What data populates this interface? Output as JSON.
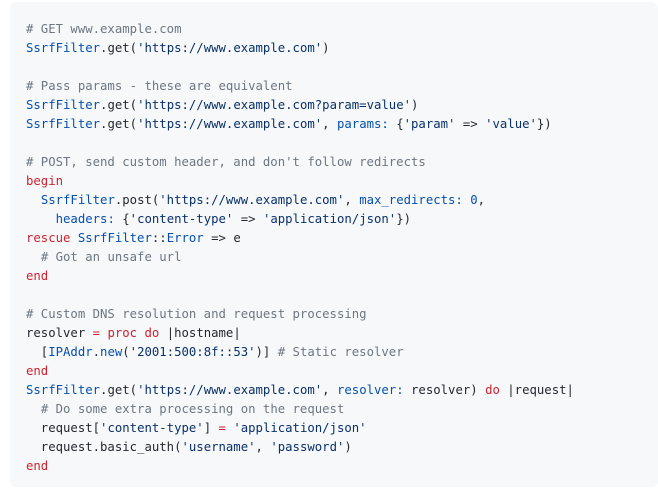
{
  "code_block": {
    "language": "ruby",
    "colors": {
      "background": "#f6f8fa",
      "comment": "#6e7781",
      "const": "#0550ae",
      "keyword": "#cf222e",
      "string": "#0a3069",
      "symbol": "#0550ae",
      "number": "#0550ae",
      "plain": "#24292f"
    },
    "lines": [
      [
        {
          "t": "comment",
          "v": "# GET www.example.com"
        }
      ],
      [
        {
          "t": "const",
          "v": "SsrfFilter"
        },
        {
          "t": "plain",
          "v": ".get("
        },
        {
          "t": "string",
          "v": "'https://www.example.com'"
        },
        {
          "t": "plain",
          "v": ")"
        }
      ],
      [],
      [
        {
          "t": "comment",
          "v": "# Pass params - these are equivalent"
        }
      ],
      [
        {
          "t": "const",
          "v": "SsrfFilter"
        },
        {
          "t": "plain",
          "v": ".get("
        },
        {
          "t": "string",
          "v": "'https://www.example.com?param=value'"
        },
        {
          "t": "plain",
          "v": ")"
        }
      ],
      [
        {
          "t": "const",
          "v": "SsrfFilter"
        },
        {
          "t": "plain",
          "v": ".get("
        },
        {
          "t": "string",
          "v": "'https://www.example.com'"
        },
        {
          "t": "plain",
          "v": ", "
        },
        {
          "t": "symbol",
          "v": "params:"
        },
        {
          "t": "plain",
          "v": " {"
        },
        {
          "t": "string",
          "v": "'param'"
        },
        {
          "t": "plain",
          "v": " => "
        },
        {
          "t": "string",
          "v": "'value'"
        },
        {
          "t": "plain",
          "v": "})"
        }
      ],
      [],
      [
        {
          "t": "comment",
          "v": "# POST, send custom header, and don't follow redirects"
        }
      ],
      [
        {
          "t": "keyword",
          "v": "begin"
        }
      ],
      [
        {
          "t": "plain",
          "v": "  "
        },
        {
          "t": "const",
          "v": "SsrfFilter"
        },
        {
          "t": "plain",
          "v": ".post("
        },
        {
          "t": "string",
          "v": "'https://www.example.com'"
        },
        {
          "t": "plain",
          "v": ", "
        },
        {
          "t": "symbol",
          "v": "max_redirects:"
        },
        {
          "t": "plain",
          "v": " "
        },
        {
          "t": "number",
          "v": "0"
        },
        {
          "t": "plain",
          "v": ","
        }
      ],
      [
        {
          "t": "plain",
          "v": "    "
        },
        {
          "t": "symbol",
          "v": "headers:"
        },
        {
          "t": "plain",
          "v": " {"
        },
        {
          "t": "string",
          "v": "'content-type'"
        },
        {
          "t": "plain",
          "v": " => "
        },
        {
          "t": "string",
          "v": "'application/json'"
        },
        {
          "t": "plain",
          "v": "})"
        }
      ],
      [
        {
          "t": "keyword",
          "v": "rescue"
        },
        {
          "t": "plain",
          "v": " "
        },
        {
          "t": "const",
          "v": "SsrfFilter"
        },
        {
          "t": "plain",
          "v": "::"
        },
        {
          "t": "const",
          "v": "Error"
        },
        {
          "t": "plain",
          "v": " => e"
        }
      ],
      [
        {
          "t": "plain",
          "v": "  "
        },
        {
          "t": "comment",
          "v": "# Got an unsafe url"
        }
      ],
      [
        {
          "t": "keyword",
          "v": "end"
        }
      ],
      [],
      [
        {
          "t": "comment",
          "v": "# Custom DNS resolution and request processing"
        }
      ],
      [
        {
          "t": "plain",
          "v": "resolver "
        },
        {
          "t": "keyword",
          "v": "="
        },
        {
          "t": "plain",
          "v": " "
        },
        {
          "t": "keyword",
          "v": "proc"
        },
        {
          "t": "plain",
          "v": " "
        },
        {
          "t": "keyword",
          "v": "do"
        },
        {
          "t": "plain",
          "v": " |hostname|"
        }
      ],
      [
        {
          "t": "plain",
          "v": "  ["
        },
        {
          "t": "const",
          "v": "IPAddr"
        },
        {
          "t": "plain",
          "v": "."
        },
        {
          "t": "const",
          "v": "new"
        },
        {
          "t": "plain",
          "v": "("
        },
        {
          "t": "string",
          "v": "'2001:500:8f::53'"
        },
        {
          "t": "plain",
          "v": ")] "
        },
        {
          "t": "comment",
          "v": "# Static resolver"
        }
      ],
      [
        {
          "t": "keyword",
          "v": "end"
        }
      ],
      [
        {
          "t": "const",
          "v": "SsrfFilter"
        },
        {
          "t": "plain",
          "v": ".get("
        },
        {
          "t": "string",
          "v": "'https://www.example.com'"
        },
        {
          "t": "plain",
          "v": ", "
        },
        {
          "t": "symbol",
          "v": "resolver:"
        },
        {
          "t": "plain",
          "v": " resolver) "
        },
        {
          "t": "keyword",
          "v": "do"
        },
        {
          "t": "plain",
          "v": " |request|"
        }
      ],
      [
        {
          "t": "plain",
          "v": "  "
        },
        {
          "t": "comment",
          "v": "# Do some extra processing on the request"
        }
      ],
      [
        {
          "t": "plain",
          "v": "  request["
        },
        {
          "t": "string",
          "v": "'content-type'"
        },
        {
          "t": "plain",
          "v": "] "
        },
        {
          "t": "keyword",
          "v": "="
        },
        {
          "t": "plain",
          "v": " "
        },
        {
          "t": "string",
          "v": "'application/json'"
        }
      ],
      [
        {
          "t": "plain",
          "v": "  request.basic_auth("
        },
        {
          "t": "string",
          "v": "'username'"
        },
        {
          "t": "plain",
          "v": ", "
        },
        {
          "t": "string",
          "v": "'password'"
        },
        {
          "t": "plain",
          "v": ")"
        }
      ],
      [
        {
          "t": "keyword",
          "v": "end"
        }
      ]
    ]
  }
}
